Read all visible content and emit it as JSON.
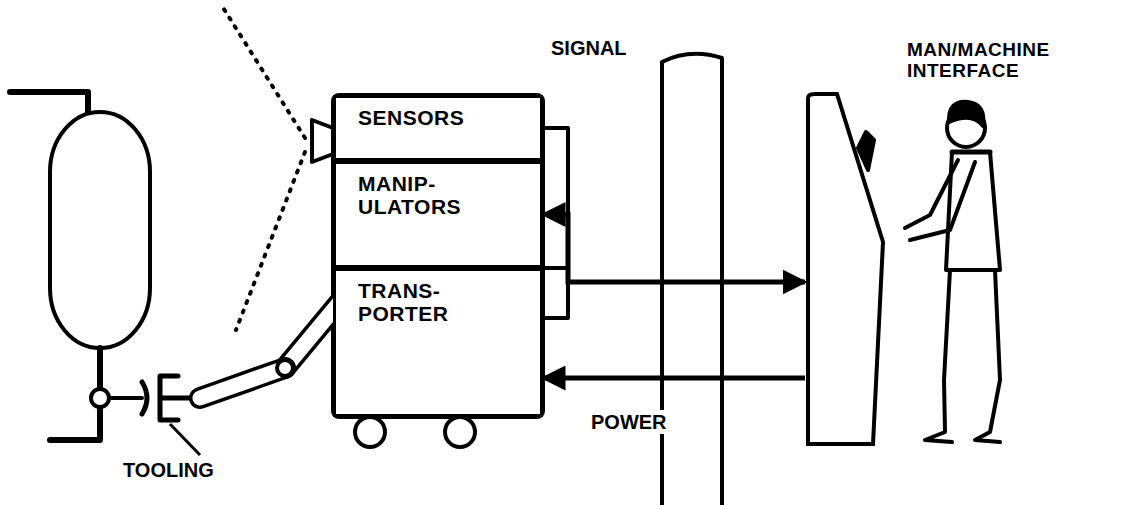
{
  "diagram": {
    "nodes": [
      {
        "text": [
          "SENSORS"
        ]
      },
      {
        "text": [
          "MANIP- ULATORS"
        ]
      },
      {
        "text": [
          "TRANS- PORTER"
        ]
      },
      {
        "text": [
          "MAN/MACHINE INTERFACE"
        ]
      }
    ],
    "edges": [
      {
        "from": 1,
        "to": 3,
        "label": "SIGNAL",
        "arrow": "both"
      },
      {
        "from": 3,
        "to": 2,
        "label": "POWER",
        "arrow": "to"
      }
    ],
    "labels": [
      "TOOLING"
    ]
  }
}
